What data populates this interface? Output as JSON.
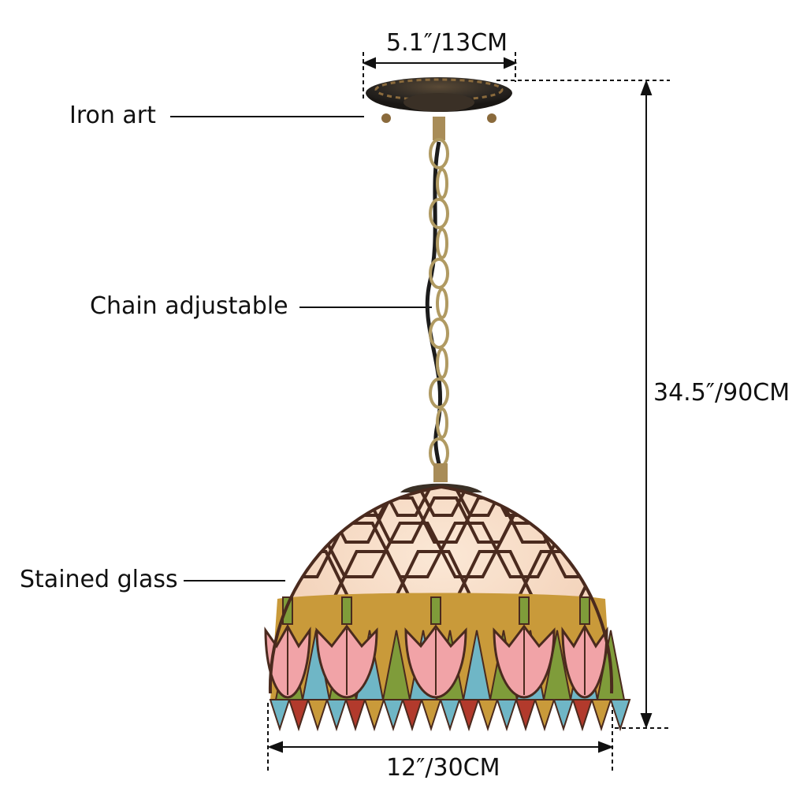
{
  "labels": {
    "iron_art": "Iron art",
    "chain_adjustable": "Chain adjustable",
    "stained_glass": "Stained glass"
  },
  "dimensions": {
    "canopy_width": "5.1″/13CM",
    "total_height": "34.5″/90CM",
    "shade_width": "12″/30CM"
  },
  "colors": {
    "canopy": "#2a2622",
    "canopy_bronze": "#8a6a3c",
    "chain": "#b09a62",
    "cord": "#1c1c1c",
    "glass_cream": "#f6d9c2",
    "lead_lines": "#4a2a1e",
    "tulip_pink": "#f1a3a7",
    "leaf_teal": "#6fb6c6",
    "amber_leaf": "#c99a3a",
    "green_leaf": "#7f9c3a",
    "red_bead": "#b23a2c"
  }
}
